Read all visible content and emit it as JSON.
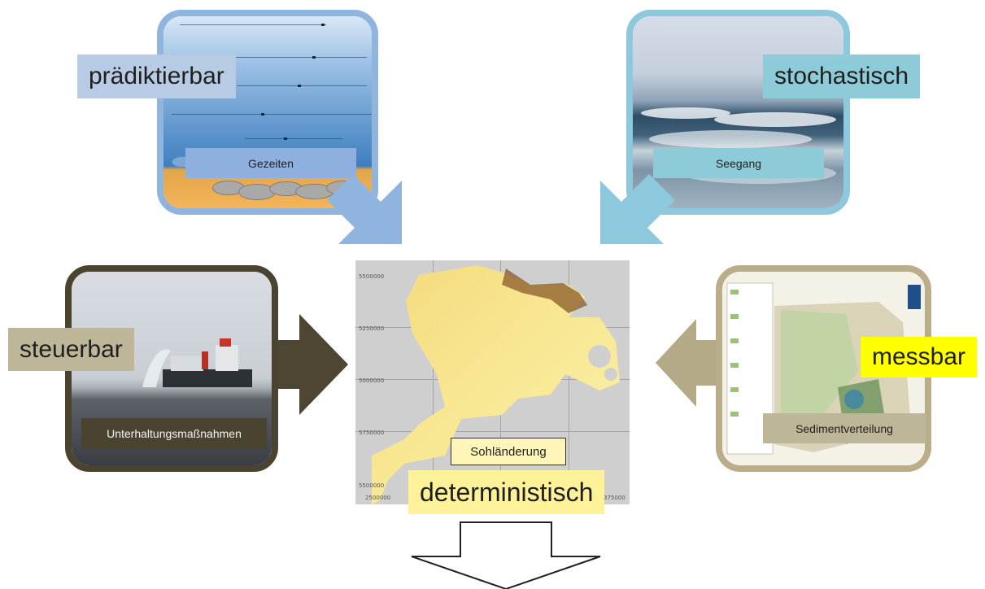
{
  "inputs": {
    "tides": {
      "type_label": "prädiktierbar",
      "caption": "Gezeiten"
    },
    "waves": {
      "type_label": "stochastisch",
      "caption": "Seegang"
    },
    "dredging": {
      "type_label": "steuerbar",
      "caption": "Unterhaltungsmaßnahmen"
    },
    "sediment": {
      "type_label": "messbar",
      "caption": "Sedimentverteilung"
    }
  },
  "center": {
    "caption": "Sohländerung",
    "type_label": "deterministisch",
    "y_ticks": [
      "5500000",
      "5250000",
      "5000000",
      "5750000",
      "5500000"
    ],
    "x_ticks": [
      "2500000",
      "375000"
    ]
  },
  "colors": {
    "tides_border": "#8fb4de",
    "waves_border": "#8ec8dc",
    "dredging_border": "#4a4330",
    "sediment_border": "#b9ad8a",
    "tides_arrow": "#8fb4de",
    "waves_arrow": "#8ec8dc",
    "dredging_arrow": "#4d4632",
    "sediment_arrow": "#b5aa88",
    "messbar_highlight": "#ffff00"
  },
  "icons": [
    "arrow-down-right-icon",
    "arrow-down-left-icon",
    "arrow-right-icon",
    "arrow-left-icon",
    "arrow-down-outline-icon"
  ]
}
